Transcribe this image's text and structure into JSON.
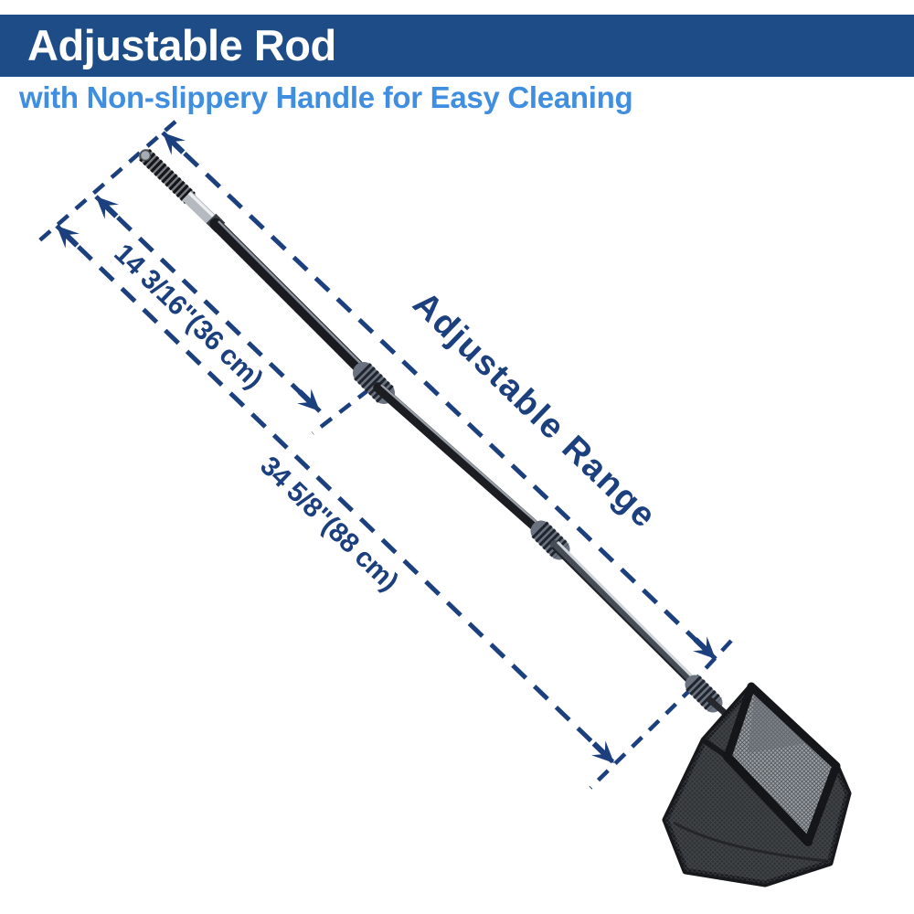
{
  "banner": {
    "title": "Adjustable Rod",
    "background_color": "#1e4c87",
    "text_color": "#ffffff"
  },
  "subtitle": {
    "text": "with Non-slippery Handle for Easy Cleaning",
    "color": "#3f8ee0"
  },
  "dimensions": {
    "annotation_color": "#1c3f7d",
    "adjustable_range": {
      "label": "Adjustable Range"
    },
    "handle_section": {
      "label": "14 3/16\"(36 cm)"
    },
    "full_rod": {
      "label": "34 5/8\"(88 cm)"
    }
  },
  "product": {
    "item": "telescopic aquarium fish net",
    "parts": {
      "handle": "non-slip coiled handle",
      "rod": "telescopic rod with locking collars",
      "net": "square black mesh net"
    },
    "colors": {
      "rod": "#1a1b20",
      "net": "#2e3134"
    }
  }
}
